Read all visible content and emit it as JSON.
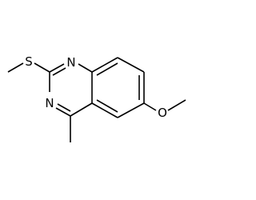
{
  "molecule": {
    "atoms": {
      "sulfur": "S",
      "nitrogen_top": "N",
      "nitrogen_bottom": "N",
      "oxygen": "O"
    },
    "colors": {
      "bond": "#000000",
      "label": "#000000",
      "background": "#ffffff"
    }
  }
}
